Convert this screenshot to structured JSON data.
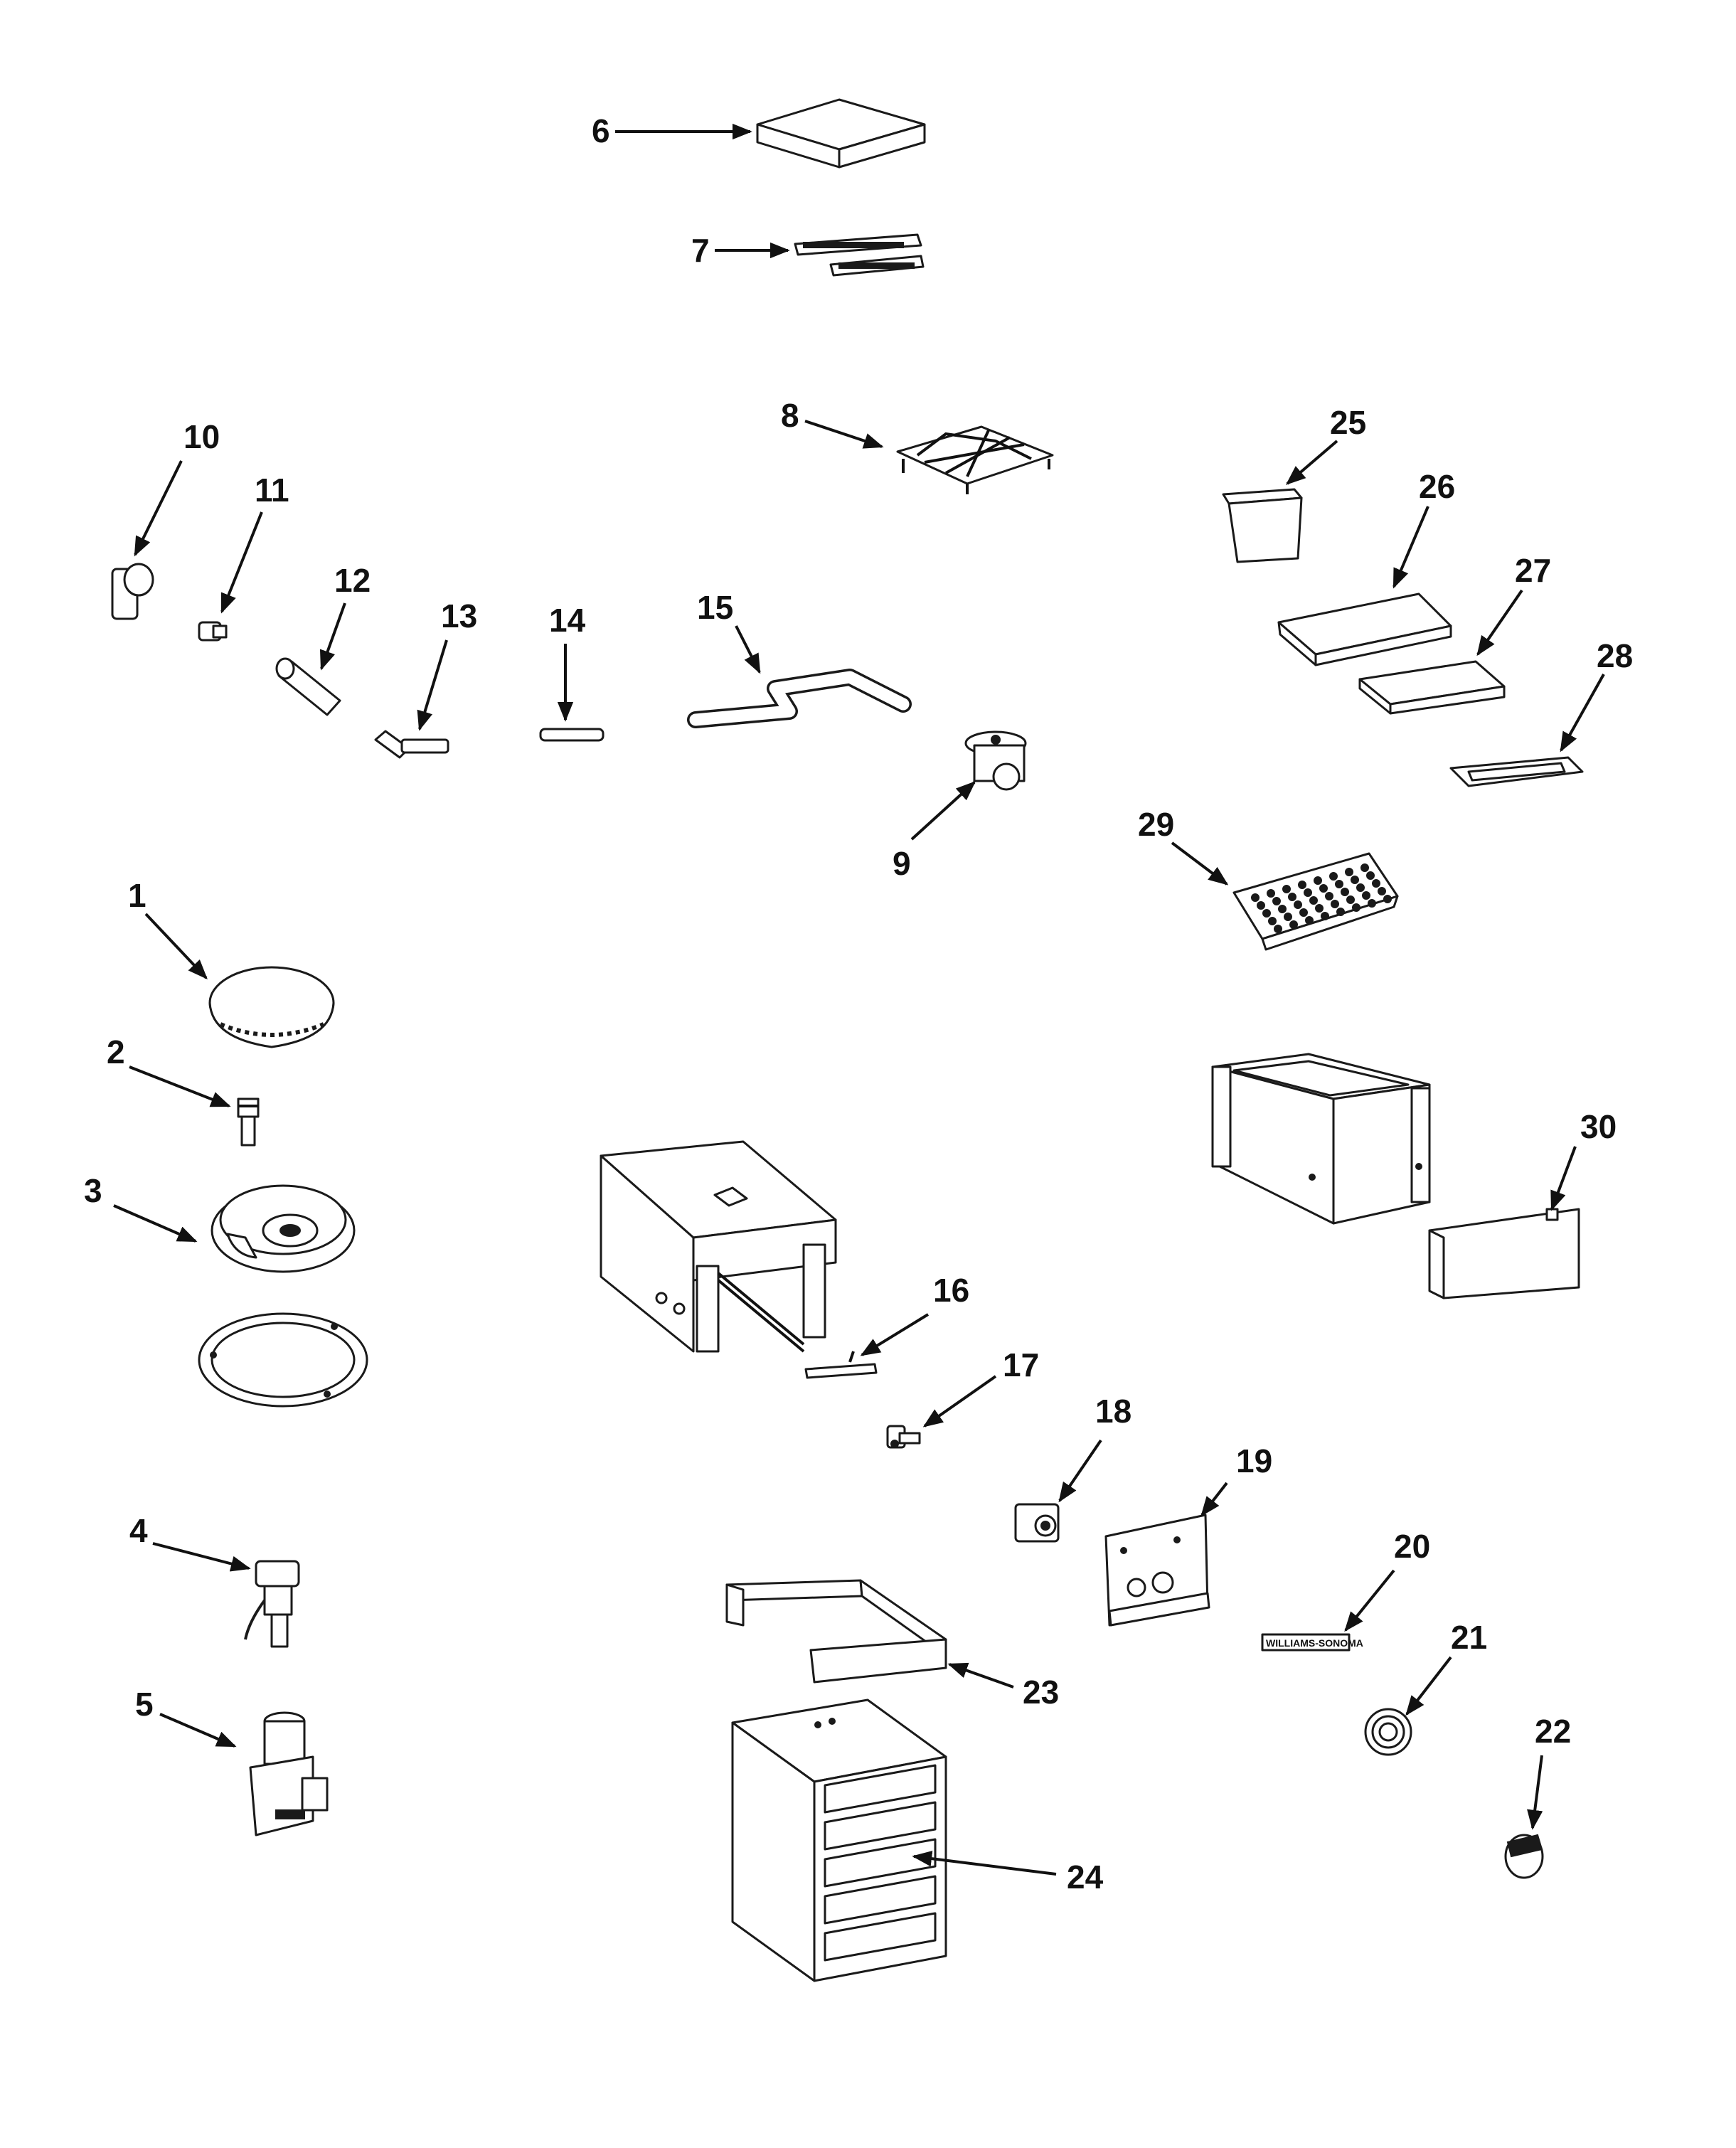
{
  "callouts": {
    "c1": "1",
    "c2": "2",
    "c3": "3",
    "c4": "4",
    "c5": "5",
    "c6": "6",
    "c7": "7",
    "c8": "8",
    "c9": "9",
    "c10": "10",
    "c11": "11",
    "c12": "12",
    "c13": "13",
    "c14": "14",
    "c15": "15",
    "c16": "16",
    "c17": "17",
    "c18": "18",
    "c19": "19",
    "c20": "20",
    "c21": "21",
    "c22": "22",
    "c23": "23",
    "c24": "24",
    "c25": "25",
    "c26": "26",
    "c27": "27",
    "c28": "28",
    "c29": "29",
    "c30": "30"
  },
  "trim_label": "WILLIAMS-SONOMA"
}
